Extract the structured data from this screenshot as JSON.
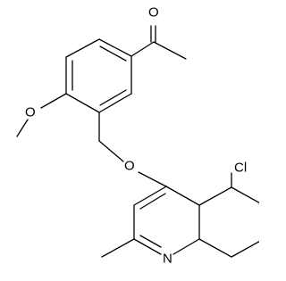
{
  "diagram": {
    "type": "chemical-structure",
    "atom_labels": {
      "carbonyl_oxygen": "O",
      "methoxy_oxygen": "O",
      "ether_oxygen": "O",
      "chlorine": "Cl",
      "quinoline_nitrogen": "N"
    }
  }
}
